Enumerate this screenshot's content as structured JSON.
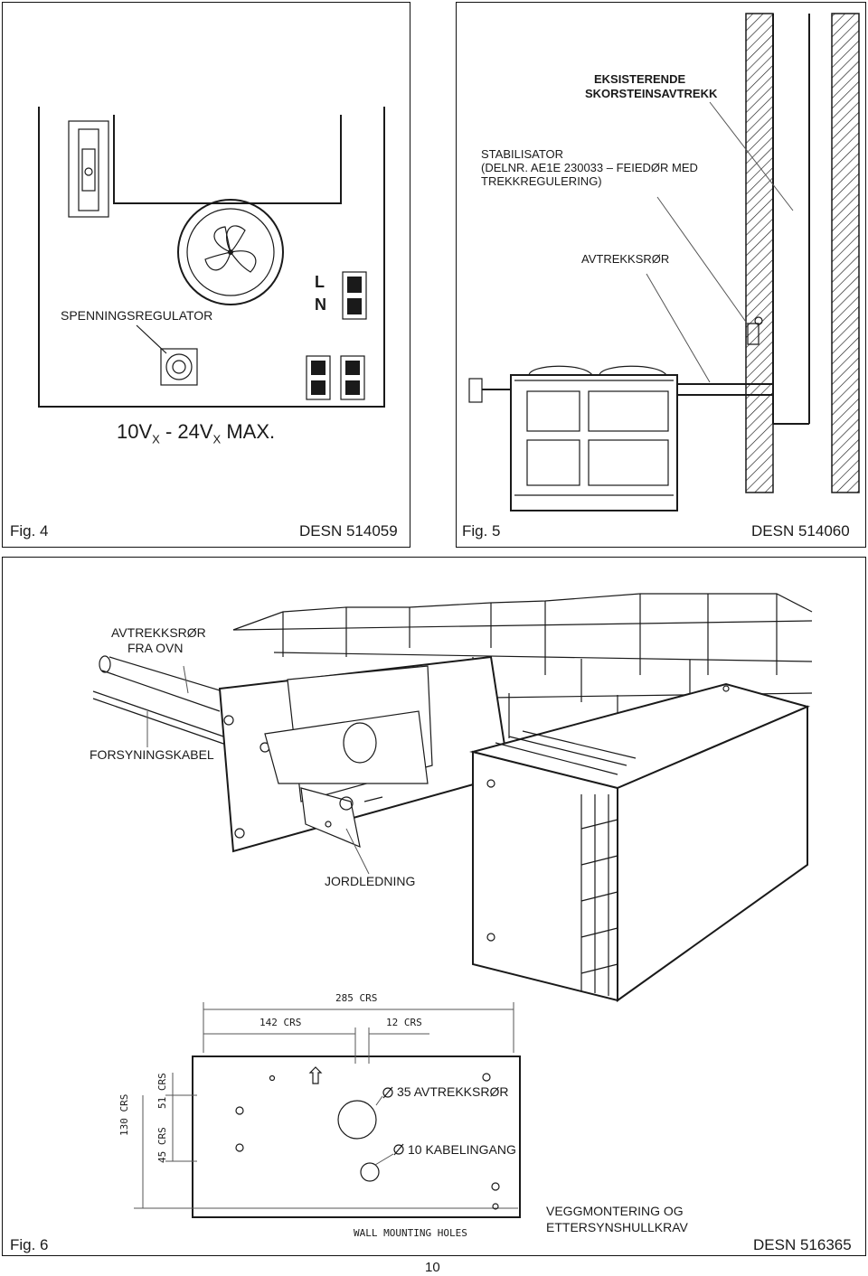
{
  "fig4": {
    "caption": "Fig. 4",
    "code": "DESN 514059",
    "regulator_label": "SPENNINGSREGULATOR",
    "terminal_L": "L",
    "terminal_N": "N",
    "voltage_main": "10V",
    "voltage_sub1": "X",
    "voltage_mid": " - 24V",
    "voltage_sub2": "X",
    "voltage_end": " MAX."
  },
  "fig5": {
    "caption": "Fig. 5",
    "code": "DESN 514060",
    "chimney_label_line1": "EKSISTERENDE",
    "chimney_label_line2": "SKORSTEINSAVTREKK",
    "stabiliser_line1": "STABILISATOR",
    "stabiliser_line2": "(DELNR.  AE1E 230033 – FEIEDØR MED",
    "stabiliser_line3": "TREKKREGULERING)",
    "flue_label": "AVTREKKSRØR"
  },
  "fig6": {
    "caption": "Fig. 6",
    "code": "DESN 516365",
    "flue_from_oven_line1": "AVTREKKSRØR",
    "flue_from_oven_line2": "FRA OVN",
    "supply_cable": "FORSYNINGSKABEL",
    "earth_lead": "JORDLEDNING",
    "dim_285": "285 CRS",
    "dim_142": "142 CRS",
    "dim_12": "12 CRS",
    "dim_130": "130 CRS",
    "dim_45": "45 CRS",
    "dim_51": "51 CRS",
    "hole_35": "35 AVTREKKSRØR",
    "hole_10": "10 KABELINGANG",
    "wall_holes": "WALL MOUNTING HOLES",
    "wall_mount_line1": "VEGGMONTERING OG",
    "wall_mount_line2": "ETTERSYNSHULLKRAV"
  },
  "page_number": "10"
}
